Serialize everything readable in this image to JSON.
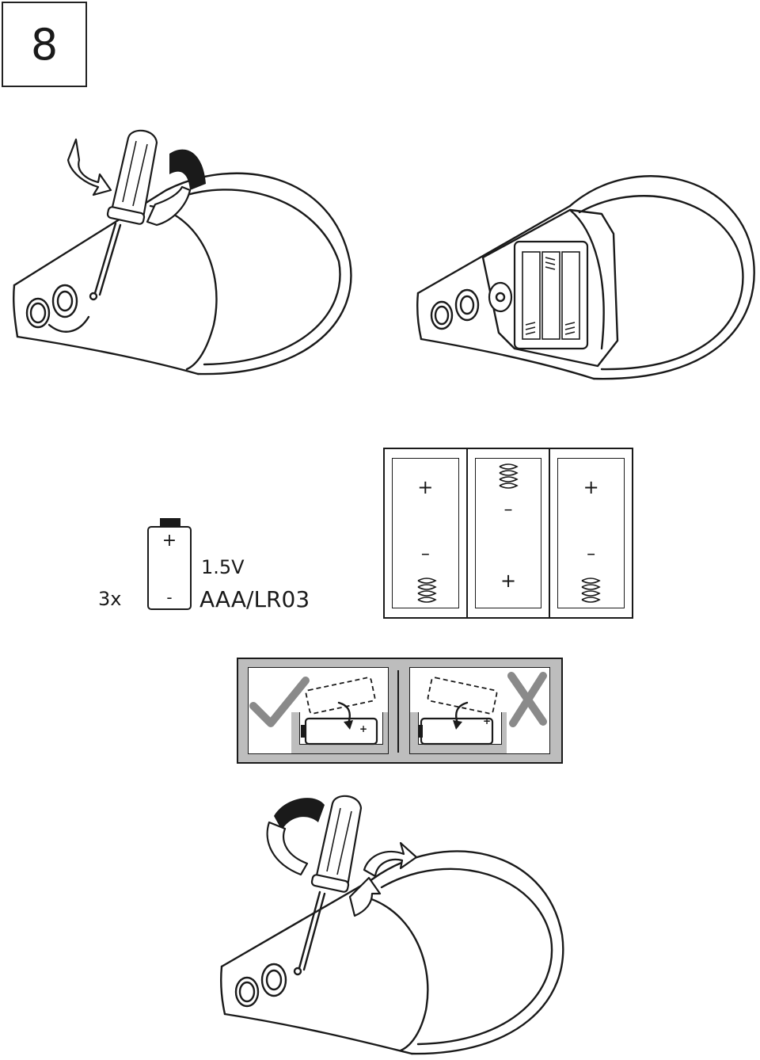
{
  "step": {
    "number": "8"
  },
  "battery": {
    "quantity": "3x",
    "voltage": "1.5V",
    "type": "AAA/LR03",
    "plus": "+",
    "minus": "-"
  },
  "polarity": {
    "slots": [
      {
        "top": "+",
        "bottom": "–"
      },
      {
        "top": "–",
        "bottom": "+"
      },
      {
        "top": "+",
        "bottom": "–"
      }
    ]
  },
  "insertion": {
    "right_plus": "+",
    "wrong_plus": "+"
  },
  "colors": {
    "line": "#1a1a1a",
    "panel_gray": "#bdbdbd",
    "background": "#ffffff"
  },
  "icons": [
    "screwdriver-icon",
    "rotate-arrow-icon",
    "check-icon",
    "cross-icon",
    "spring-icon",
    "battery-icon"
  ]
}
